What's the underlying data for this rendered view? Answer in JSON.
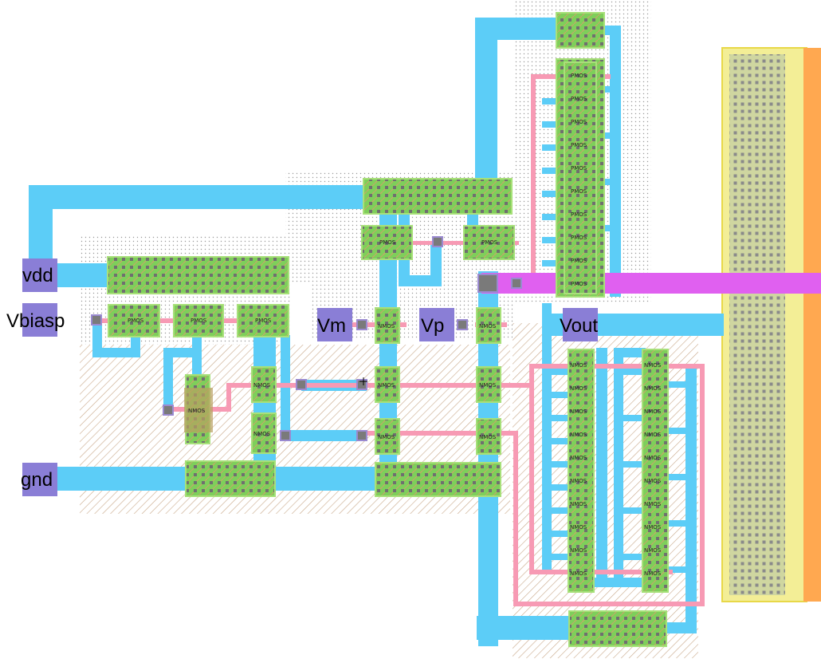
{
  "pins": {
    "vdd": "vdd",
    "vbiasp": "Vbiasp",
    "vm": "Vm",
    "vp": "Vp",
    "vout": "Vout",
    "gnd": "gnd"
  },
  "device_types": {
    "pmos": "PMOS",
    "nmos": "NMOS"
  },
  "colors": {
    "metal1": "#5ccdf7",
    "metal2": "#f79ab4",
    "metal3": "#e060f0",
    "cap_metal": "#ffa850",
    "diffusion": "#7ecf5a",
    "pin": "#8a7ed6",
    "contact": "#777777"
  }
}
